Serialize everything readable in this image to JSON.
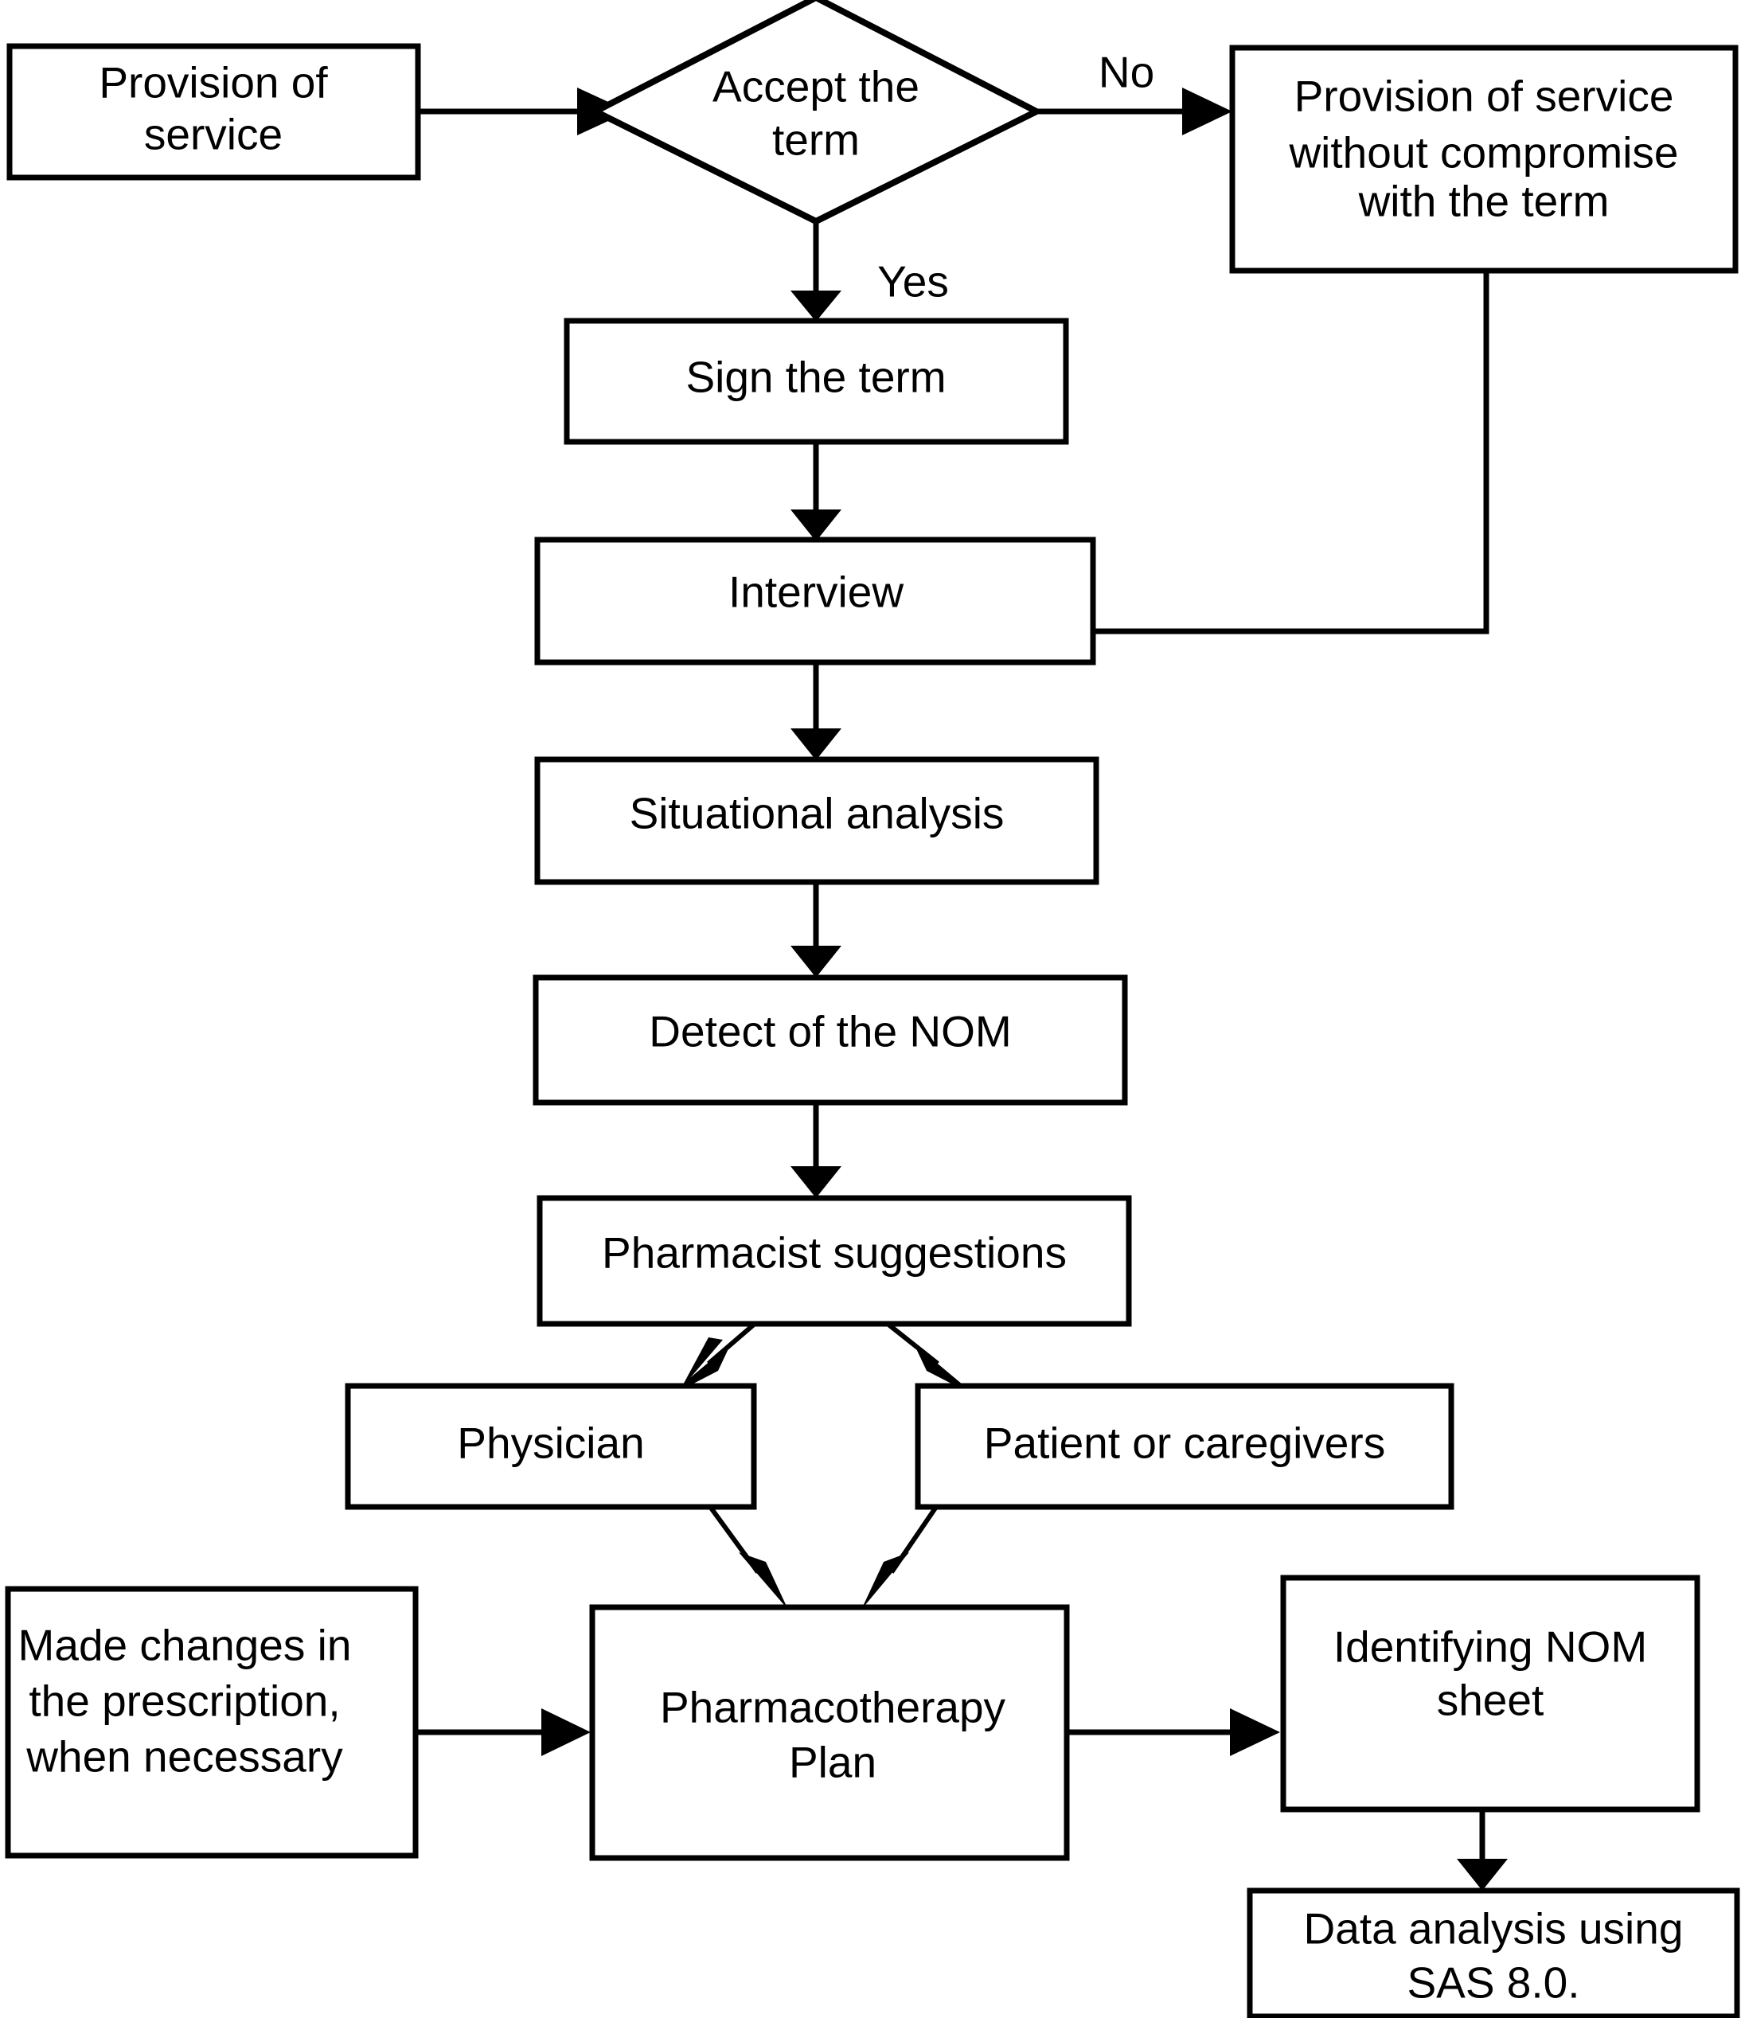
{
  "diagram": {
    "title": "Pharmaceutical care service flowchart",
    "stroke_color": "#000000",
    "fill_color": "#ffffff",
    "nodes": [
      {
        "id": "provision_of_service",
        "shape": "rectangle",
        "lines": [
          "Provision of",
          "service"
        ]
      },
      {
        "id": "accept_the_term",
        "shape": "diamond",
        "lines": [
          "Accept the",
          "term"
        ]
      },
      {
        "id": "provision_without_compromise",
        "shape": "rectangle",
        "lines": [
          "Provision of service",
          "without compromise",
          "with the term"
        ]
      },
      {
        "id": "sign_the_term",
        "shape": "rectangle",
        "lines": [
          "Sign the term"
        ]
      },
      {
        "id": "interview",
        "shape": "rectangle",
        "lines": [
          "Interview"
        ]
      },
      {
        "id": "situational_analysis",
        "shape": "rectangle",
        "lines": [
          "Situational analysis"
        ]
      },
      {
        "id": "detect_of_the_nom",
        "shape": "rectangle",
        "lines": [
          "Detect of the NOM"
        ]
      },
      {
        "id": "pharmacist_suggestions",
        "shape": "rectangle",
        "lines": [
          "Pharmacist suggestions"
        ]
      },
      {
        "id": "physician",
        "shape": "rectangle",
        "lines": [
          "Physician"
        ]
      },
      {
        "id": "patient_or_caregivers",
        "shape": "rectangle",
        "lines": [
          "Patient or caregivers"
        ]
      },
      {
        "id": "made_changes_in_prescription",
        "shape": "rectangle",
        "lines": [
          "Made changes in",
          "the prescription,",
          "when necessary"
        ]
      },
      {
        "id": "pharmacotherapy_plan",
        "shape": "rectangle",
        "lines": [
          "Pharmacotherapy",
          "Plan"
        ]
      },
      {
        "id": "identifying_nom_sheet",
        "shape": "rectangle",
        "lines": [
          "Identifying NOM",
          "sheet"
        ]
      },
      {
        "id": "data_analysis_sas",
        "shape": "rectangle",
        "lines": [
          "Data analysis using",
          "SAS 8.0."
        ]
      }
    ],
    "edge_labels": [
      {
        "id": "label_no",
        "text": "No"
      },
      {
        "id": "label_yes",
        "text": "Yes"
      }
    ],
    "edges": [
      {
        "from": "provision_of_service",
        "to": "accept_the_term",
        "label": ""
      },
      {
        "from": "accept_the_term",
        "to": "provision_without_compromise",
        "label": "No"
      },
      {
        "from": "accept_the_term",
        "to": "sign_the_term",
        "label": "Yes"
      },
      {
        "from": "sign_the_term",
        "to": "interview",
        "label": ""
      },
      {
        "from": "provision_without_compromise",
        "to": "interview",
        "label": ""
      },
      {
        "from": "interview",
        "to": "situational_analysis",
        "label": ""
      },
      {
        "from": "situational_analysis",
        "to": "detect_of_the_nom",
        "label": ""
      },
      {
        "from": "detect_of_the_nom",
        "to": "pharmacist_suggestions",
        "label": ""
      },
      {
        "from": "pharmacist_suggestions",
        "to": "physician",
        "label": ""
      },
      {
        "from": "pharmacist_suggestions",
        "to": "patient_or_caregivers",
        "label": ""
      },
      {
        "from": "physician",
        "to": "pharmacotherapy_plan",
        "label": ""
      },
      {
        "from": "patient_or_caregivers",
        "to": "pharmacotherapy_plan",
        "label": ""
      },
      {
        "from": "made_changes_in_prescription",
        "to": "pharmacotherapy_plan",
        "label": ""
      },
      {
        "from": "pharmacotherapy_plan",
        "to": "identifying_nom_sheet",
        "label": ""
      },
      {
        "from": "identifying_nom_sheet",
        "to": "data_analysis_sas",
        "label": ""
      }
    ]
  }
}
